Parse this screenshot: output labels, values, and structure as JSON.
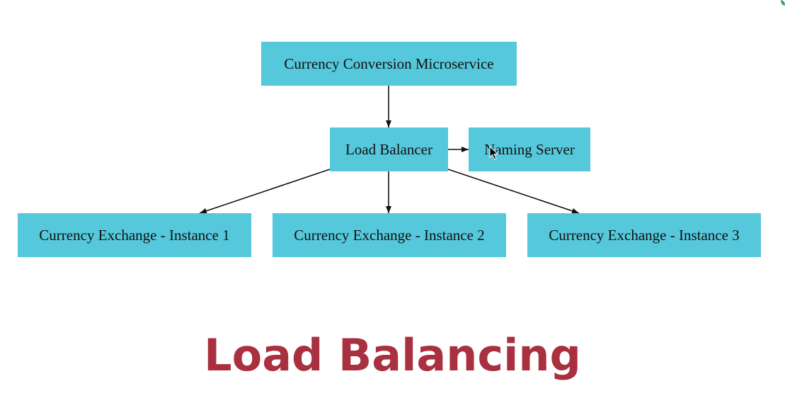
{
  "diagram": {
    "nodes": [
      {
        "id": "conversion",
        "label": "Currency Conversion Microservice"
      },
      {
        "id": "load-balancer",
        "label": "Load Balancer"
      },
      {
        "id": "naming-server",
        "label": "Naming Server"
      },
      {
        "id": "instance-1",
        "label": "Currency Exchange - Instance 1"
      },
      {
        "id": "instance-2",
        "label": "Currency Exchange - Instance 2"
      },
      {
        "id": "instance-3",
        "label": "Currency Exchange - Instance 3"
      }
    ],
    "edges": [
      {
        "from": "conversion",
        "to": "load-balancer"
      },
      {
        "from": "load-balancer",
        "to": "naming-server"
      },
      {
        "from": "load-balancer",
        "to": "instance-1"
      },
      {
        "from": "load-balancer",
        "to": "instance-2"
      },
      {
        "from": "load-balancer",
        "to": "instance-3"
      }
    ],
    "colors": {
      "node_fill": "#56c8dc",
      "edge": "#111111"
    }
  },
  "title": {
    "text": "Load Balancing",
    "color": "#a8303f"
  },
  "icons": {
    "cursor": "mouse-pointer-icon",
    "corner": "leaf-icon"
  }
}
